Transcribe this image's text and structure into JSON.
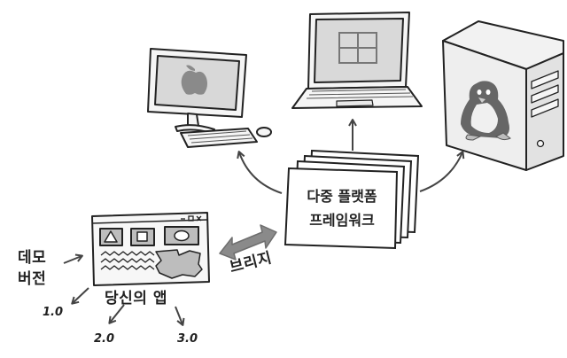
{
  "framework": {
    "line1": "다중 플랫폼",
    "line2": "프레임워크"
  },
  "app": {
    "label": "당신의 앱"
  },
  "bridge": {
    "label": "브리지"
  },
  "demo": {
    "line1": "데모",
    "line2": "버전"
  },
  "versions": [
    "1.0",
    "2.0",
    "3.0"
  ],
  "platforms": [
    {
      "name": "mac",
      "icon": "apple-icon"
    },
    {
      "name": "windows",
      "icon": "windows-icon"
    },
    {
      "name": "linux",
      "icon": "tux-icon"
    }
  ],
  "colors": {
    "ink": "#222222",
    "arrow": "#555555",
    "bridge_arrow": "#8a8a8a",
    "screen_gray": "#d9d9d9",
    "case_gray": "#eeeeee",
    "paper": "#ffffff"
  }
}
